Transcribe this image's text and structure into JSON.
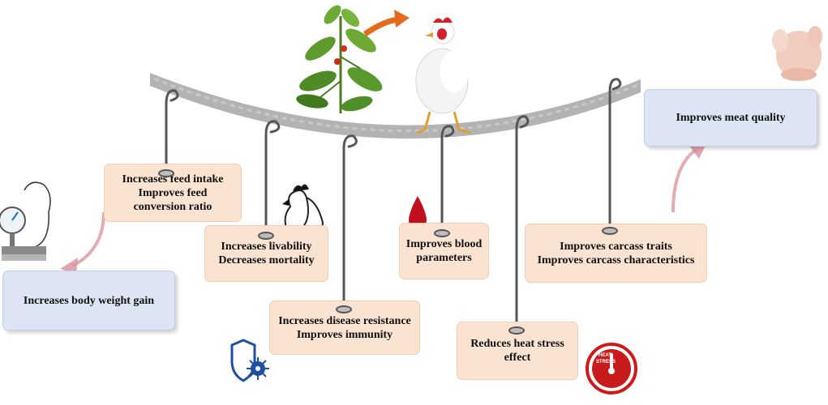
{
  "boxes": {
    "feed": {
      "line1": "Increases feed intake",
      "line2": "Improves feed",
      "line3": "conversion ratio"
    },
    "livability": {
      "line1": "Increases livability",
      "line2": "Decreases mortality"
    },
    "disease": {
      "line1": "Increases disease resistance",
      "line2": "Improves immunity"
    },
    "blood": {
      "line1": "Improves blood",
      "line2": "parameters"
    },
    "heat": {
      "line1": "Reduces  heat stress",
      "line2": "effect"
    },
    "carcass": {
      "line1": "Improves carcass traits",
      "line2": "Improves carcass characteristics"
    },
    "body_weight": {
      "line1": "Increases body weight gain"
    },
    "meat": {
      "line1": "Improves meat quality"
    }
  },
  "icons": {
    "heat_stress_text_1": "HEAT",
    "heat_stress_text_2": "STRESS"
  },
  "colors": {
    "peach_box": "#fbe3d2",
    "blue_box": "#dde4f3",
    "arrow": "#d98f98",
    "blood": "#c0101e",
    "shield": "#1e4fa0",
    "heat_ring": "#d01818"
  }
}
